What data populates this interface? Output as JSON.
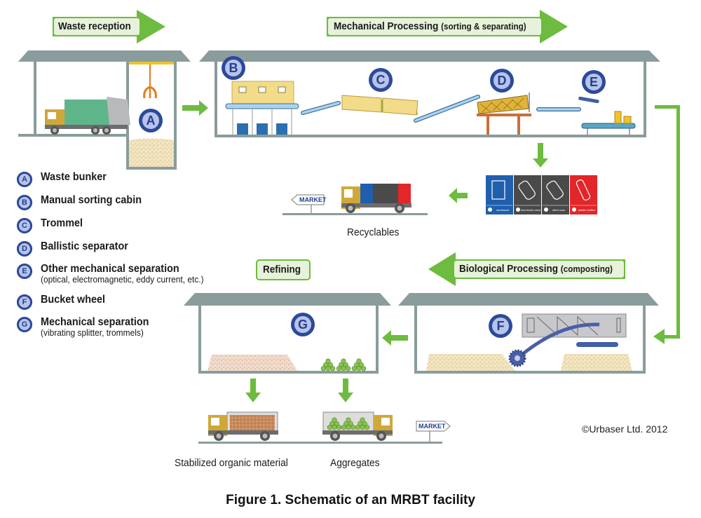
{
  "stages": {
    "waste_reception": {
      "label": "Waste reception",
      "sub": ""
    },
    "mechanical": {
      "label": "Mechanical Processing",
      "sub": "(sorting & separating)"
    },
    "biological": {
      "label": "Biological Processing",
      "sub": "(composting)"
    },
    "refining": {
      "label": "Refining",
      "sub": ""
    }
  },
  "badges": {
    "a": "A",
    "b": "B",
    "c": "C",
    "d": "D",
    "e": "E",
    "f": "F",
    "g": "G"
  },
  "legend": [
    {
      "letter": "A",
      "title": "Waste bunker",
      "desc": ""
    },
    {
      "letter": "B",
      "title": "Manual sorting cabin",
      "desc": ""
    },
    {
      "letter": "C",
      "title": "Trommel",
      "desc": ""
    },
    {
      "letter": "D",
      "title": "Ballistic separator",
      "desc": ""
    },
    {
      "letter": "E",
      "title": "Other mechanical separation",
      "desc": "(optical, electromagnetic, eddy current, etc.)"
    },
    {
      "letter": "F",
      "title": "Bucket wheel",
      "desc": ""
    },
    {
      "letter": "G",
      "title": "Mechanical separation",
      "desc": "(vibrating splitter, trommels)"
    }
  ],
  "recycling_bins": [
    {
      "label": "cardboard",
      "color": "#1f5fae",
      "icon": "cardboard-box-icon"
    },
    {
      "label": "aluminium cans",
      "color": "#4a4a4a",
      "icon": "aluminium-can-icon"
    },
    {
      "label": "steel cans",
      "color": "#4a4a4a",
      "icon": "steel-can-icon"
    },
    {
      "label": "plastic bottles",
      "color": "#e2262a",
      "icon": "plastic-bottle-icon"
    }
  ],
  "market_sign": "MARKET",
  "outputs": {
    "recyclables": "Recyclables",
    "stabilized": "Stabilized organic material",
    "aggregates": "Aggregates"
  },
  "copyright": "©Urbaser Ltd. 2012",
  "figure_title": "Figure 1. Schematic of an MRBT facility",
  "colors": {
    "arrow_green": "#6dbb3f",
    "label_bg": "#e6f2d9",
    "roof_gray": "#8a9c9c",
    "badge_blue": "#2c4a9a",
    "badge_inner": "#b9c3ea",
    "conveyor_blue": "#a8d4ee",
    "truck_yellow": "#cfa838"
  }
}
